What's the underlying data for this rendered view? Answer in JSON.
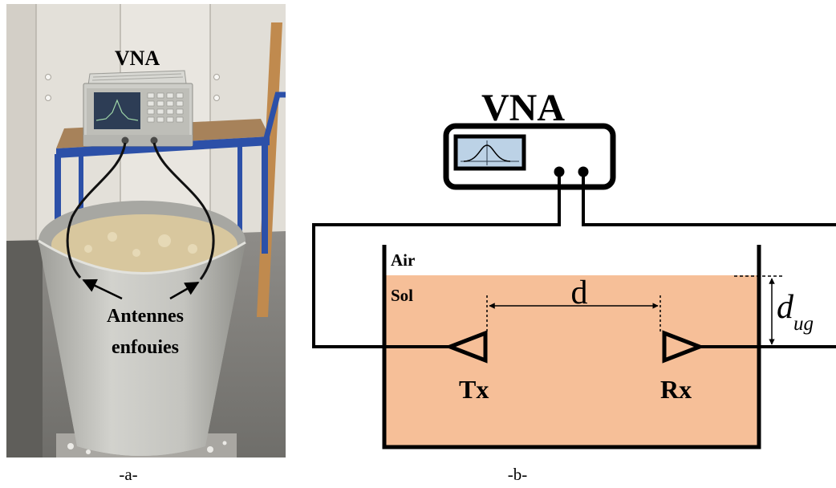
{
  "figure": {
    "panel_a": {
      "caption": "-a-",
      "vna_label": "VNA",
      "antennas_label_line1": "Antennes",
      "antennas_label_line2": "enfouies"
    },
    "panel_b": {
      "caption": "-b-",
      "vna_label": "VNA",
      "air_label": "Air",
      "soil_label": "Sol",
      "distance_label": "d",
      "depth_label": "d",
      "depth_subscript": "ug",
      "tx_label": "Tx",
      "rx_label": "Rx"
    }
  },
  "colors": {
    "soil": "#F6BF98",
    "photo_sand": "#D8C79E",
    "cart_frame": "#2C50A8",
    "vna_screen": "#BCD2E6"
  }
}
